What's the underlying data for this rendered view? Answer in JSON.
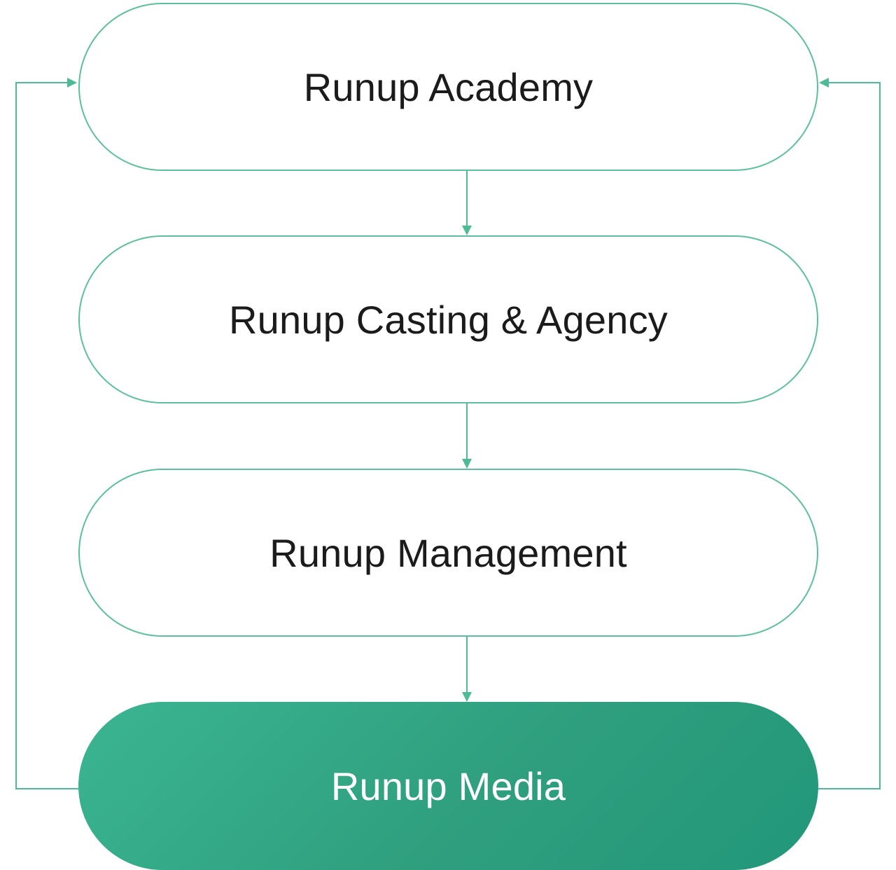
{
  "colors": {
    "line": "#4dbb94",
    "node_border": "#5cc0a0",
    "node_text": "#1b1b1b",
    "highlight_fill": "#31a886",
    "highlight_text": "#ffffff"
  },
  "nodes": [
    {
      "id": "academy",
      "label": "Runup Academy",
      "style": "outline"
    },
    {
      "id": "casting",
      "label": "Runup Casting & Agency",
      "style": "outline"
    },
    {
      "id": "management",
      "label": "Runup Management",
      "style": "outline"
    },
    {
      "id": "media",
      "label": "Runup Media",
      "style": "filled"
    }
  ],
  "edges": [
    {
      "from": "academy",
      "to": "casting"
    },
    {
      "from": "casting",
      "to": "management"
    },
    {
      "from": "management",
      "to": "media"
    },
    {
      "from": "media",
      "to": "academy",
      "route": "left-loop"
    },
    {
      "from": "media",
      "to": "academy",
      "route": "right-loop"
    }
  ]
}
